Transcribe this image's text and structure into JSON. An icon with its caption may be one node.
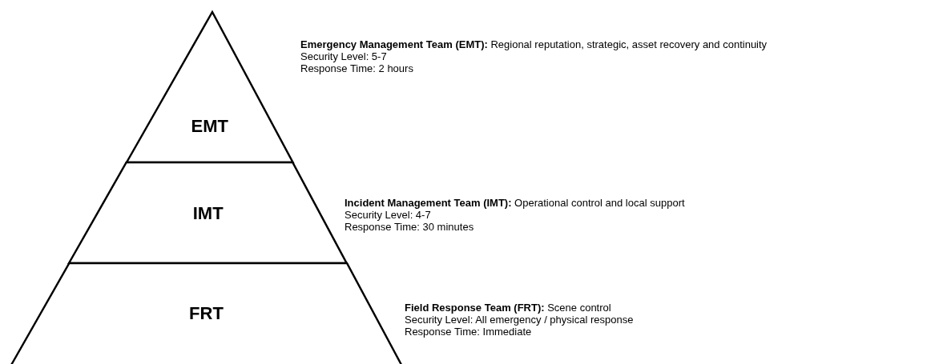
{
  "diagram": {
    "nodes": [
      {
        "text": [
          "EMT"
        ],
        "beside": [
          "**Emergency Management Team (EMT):** Regional reputation, strategic, asset recovery and continuity",
          "Security Level: 5-7",
          "Response Time: 2 hours"
        ]
      },
      {
        "text": [
          "IMT"
        ],
        "beside": [
          "**Incident Management Team (IMT):** Operational control and local support",
          "Security Level: 4-7",
          "Response Time: 30 minutes"
        ]
      },
      {
        "text": [
          "FRT"
        ],
        "beside": [
          "**Field Response Team (FRT):** Scene control",
          "Security Level: All emergency / physical response",
          "Response Time: Immediate"
        ]
      }
    ]
  }
}
